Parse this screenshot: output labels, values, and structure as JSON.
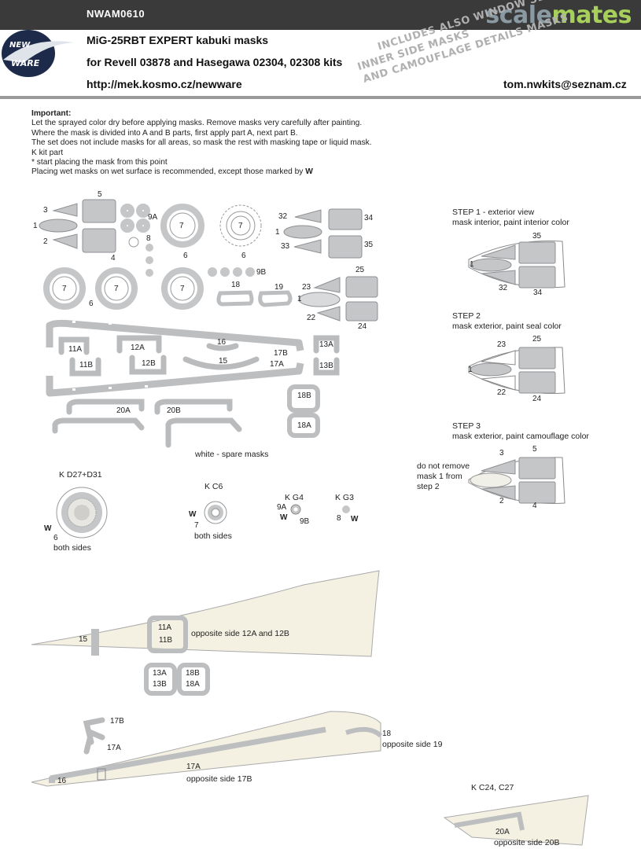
{
  "header": {
    "code": "NWAM0610",
    "brand_part1": "scale",
    "brand_part2": "mates",
    "logo_line1": "NEW",
    "logo_line2": "WARE",
    "title": "MiG-25RBT EXPERT kabuki masks",
    "subtitle": "for Revell 03878 and Hasegawa 02304, 02308 kits",
    "url": "http://mek.kosmo.cz/newware",
    "email": "tom.nwkits@seznam.cz",
    "stamp_line1": "INCLUDES ALSO WINDOW SEAL",
    "stamp_line2": "INNER SIDE MASKS",
    "stamp_line3": "AND CAMOUFLAGE DETAILS MASKS"
  },
  "notes": {
    "heading": "Important:",
    "line1": "Let the sprayed color dry before applying masks. Remove masks very carefully after painting.",
    "line2": "Where the mask is divided into A and B parts, first apply part A, next part B.",
    "line3": "The set does not include masks for all areas, so mask the rest with masking tape or liquid mask.",
    "line4": "K kit part",
    "line5": "*  start placing the mask from this point",
    "line6": "Placing wet masks on wet surface is recommended, except those marked by",
    "line6_mark": "W"
  },
  "mask_numbers": {
    "n5": "5",
    "n3": "3",
    "n1": "1",
    "n2": "2",
    "n9a": "9A",
    "n8": "8",
    "n7a": "7",
    "n7b": "7",
    "n6a": "6",
    "n6b": "6",
    "n32": "32",
    "n34": "34",
    "n1b": "1",
    "n33": "33",
    "n35": "35",
    "n4": "4",
    "n9b": "9B",
    "n6c": "6",
    "n7c": "7",
    "n7d": "7",
    "n7e": "7",
    "n18": "18",
    "n19": "19",
    "n23": "23",
    "n25": "25",
    "n1c": "1",
    "n22": "22",
    "n24": "24",
    "n11a": "11A",
    "n11b": "11B",
    "n12a": "12A",
    "n12b": "12B",
    "n16": "16",
    "n15": "15",
    "n17b": "17B",
    "n17a": "17A",
    "n13a": "13A",
    "n13b": "13B",
    "n18b": "18B",
    "n18a": "18A",
    "n20a": "20A",
    "n20b": "20B"
  },
  "spare": "white - spare masks",
  "steps": {
    "s1_title": "STEP 1 - exterior view",
    "s1_desc": "mask interior, paint interior color",
    "s1_n35": "35",
    "s1_n1": "1",
    "s1_n32": "32",
    "s1_n34": "34",
    "s2_title": "STEP 2",
    "s2_desc": "mask exterior, paint seal color",
    "s2_n23": "23",
    "s2_n25": "25",
    "s2_n1": "1",
    "s2_n22": "22",
    "s2_n24": "24",
    "s3_title": "STEP 3",
    "s3_desc": "mask exterior, paint camouflage color",
    "s3_n3": "3",
    "s3_n5": "5",
    "s3_n2": "2",
    "s3_n4": "4",
    "s3_note1": "do not remove",
    "s3_note2": "mask 1 from",
    "s3_note3": "step 2"
  },
  "wheels": {
    "kd27": "K D27+D31",
    "kd27_w": "W",
    "kd27_n": "6",
    "kd27_sides": "both sides",
    "kc6": "K C6",
    "kc6_w": "W",
    "kc6_n": "7",
    "kc6_sides": "both sides",
    "kg4": "K G4",
    "kg4_9a": "9A",
    "kg4_w": "W",
    "kg4_9b": "9B",
    "kg3": "K G3",
    "kg3_8": "8",
    "kg3_w": "W"
  },
  "side1": {
    "n11a": "11A",
    "n11b": "11B",
    "opposite": "opposite side 12A and 12B",
    "n15": "15",
    "n13a": "13A",
    "n13b": "13B",
    "n18b": "18B",
    "n18a": "18A"
  },
  "side2": {
    "n17b": "17B",
    "n17a": "17A",
    "n18": "18",
    "opp19": "opposite side 19",
    "n17a_b": "17A",
    "opp17b": "opposite side 17B",
    "n16": "16"
  },
  "side3": {
    "kc24": "K C24, C27",
    "n20a": "20A",
    "opp20b": "opposite side 20B"
  }
}
